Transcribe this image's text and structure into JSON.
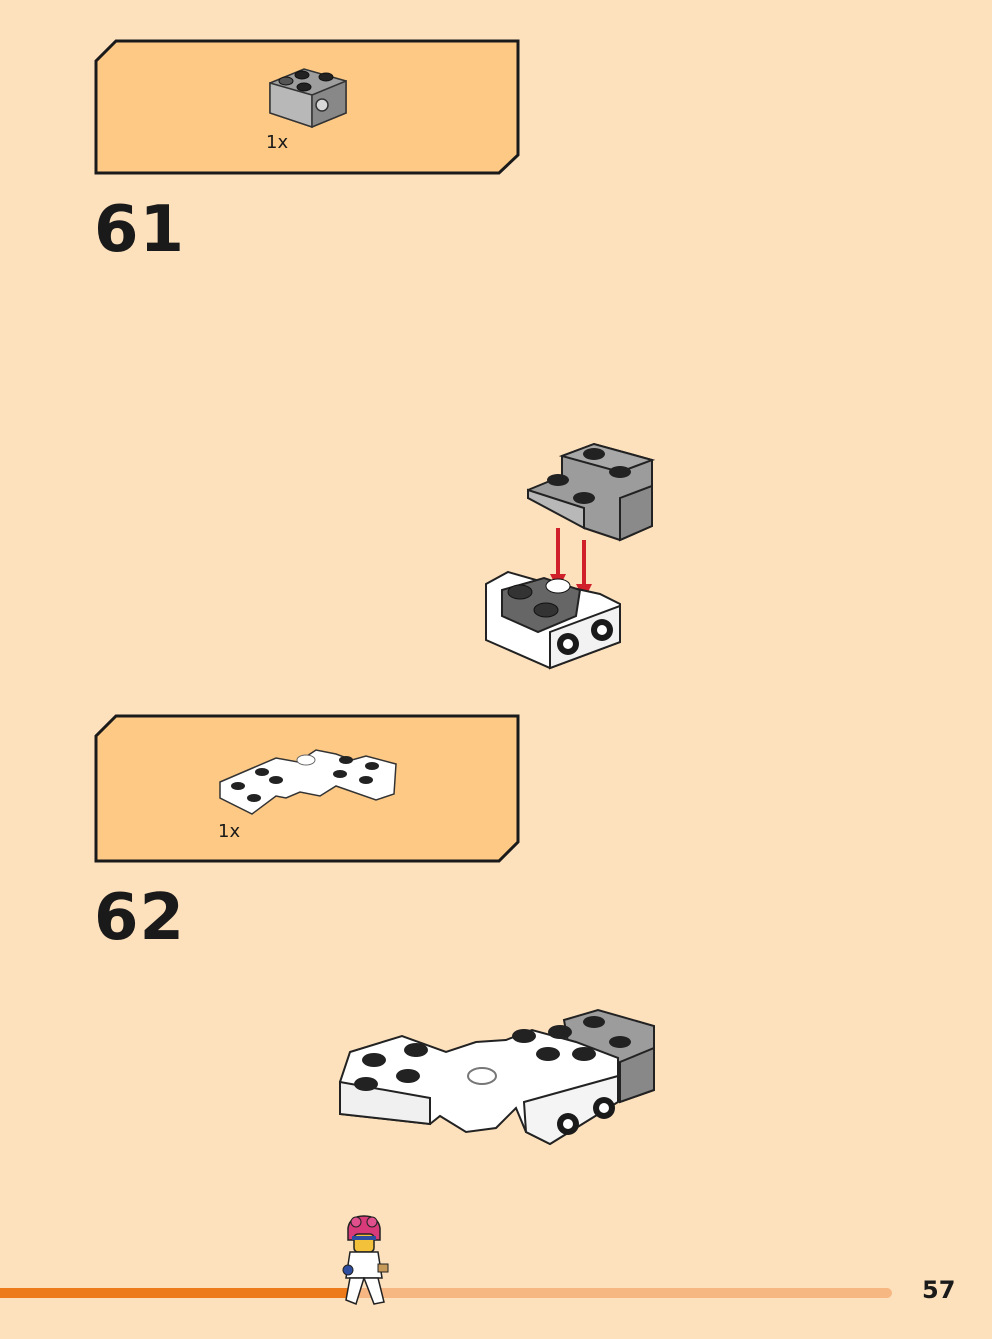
{
  "steps": [
    {
      "number": "61",
      "parts": [
        {
          "qty": "1x",
          "part": "gray-bracket-1x2-with-hole"
        }
      ]
    },
    {
      "number": "62",
      "parts": [
        {
          "qty": "1x",
          "part": "white-curved-plate"
        }
      ]
    }
  ],
  "footer": {
    "page_number": "57",
    "progress": 0.4
  },
  "colors": {
    "background": "#fde1bd",
    "parts_box": "#fdc985",
    "progress_fill": "#ee7b1b",
    "progress_track": "#f6b783",
    "arrow": "#d0202a",
    "gray_brick": "#a0a0a0",
    "white_brick": "#ffffff"
  }
}
